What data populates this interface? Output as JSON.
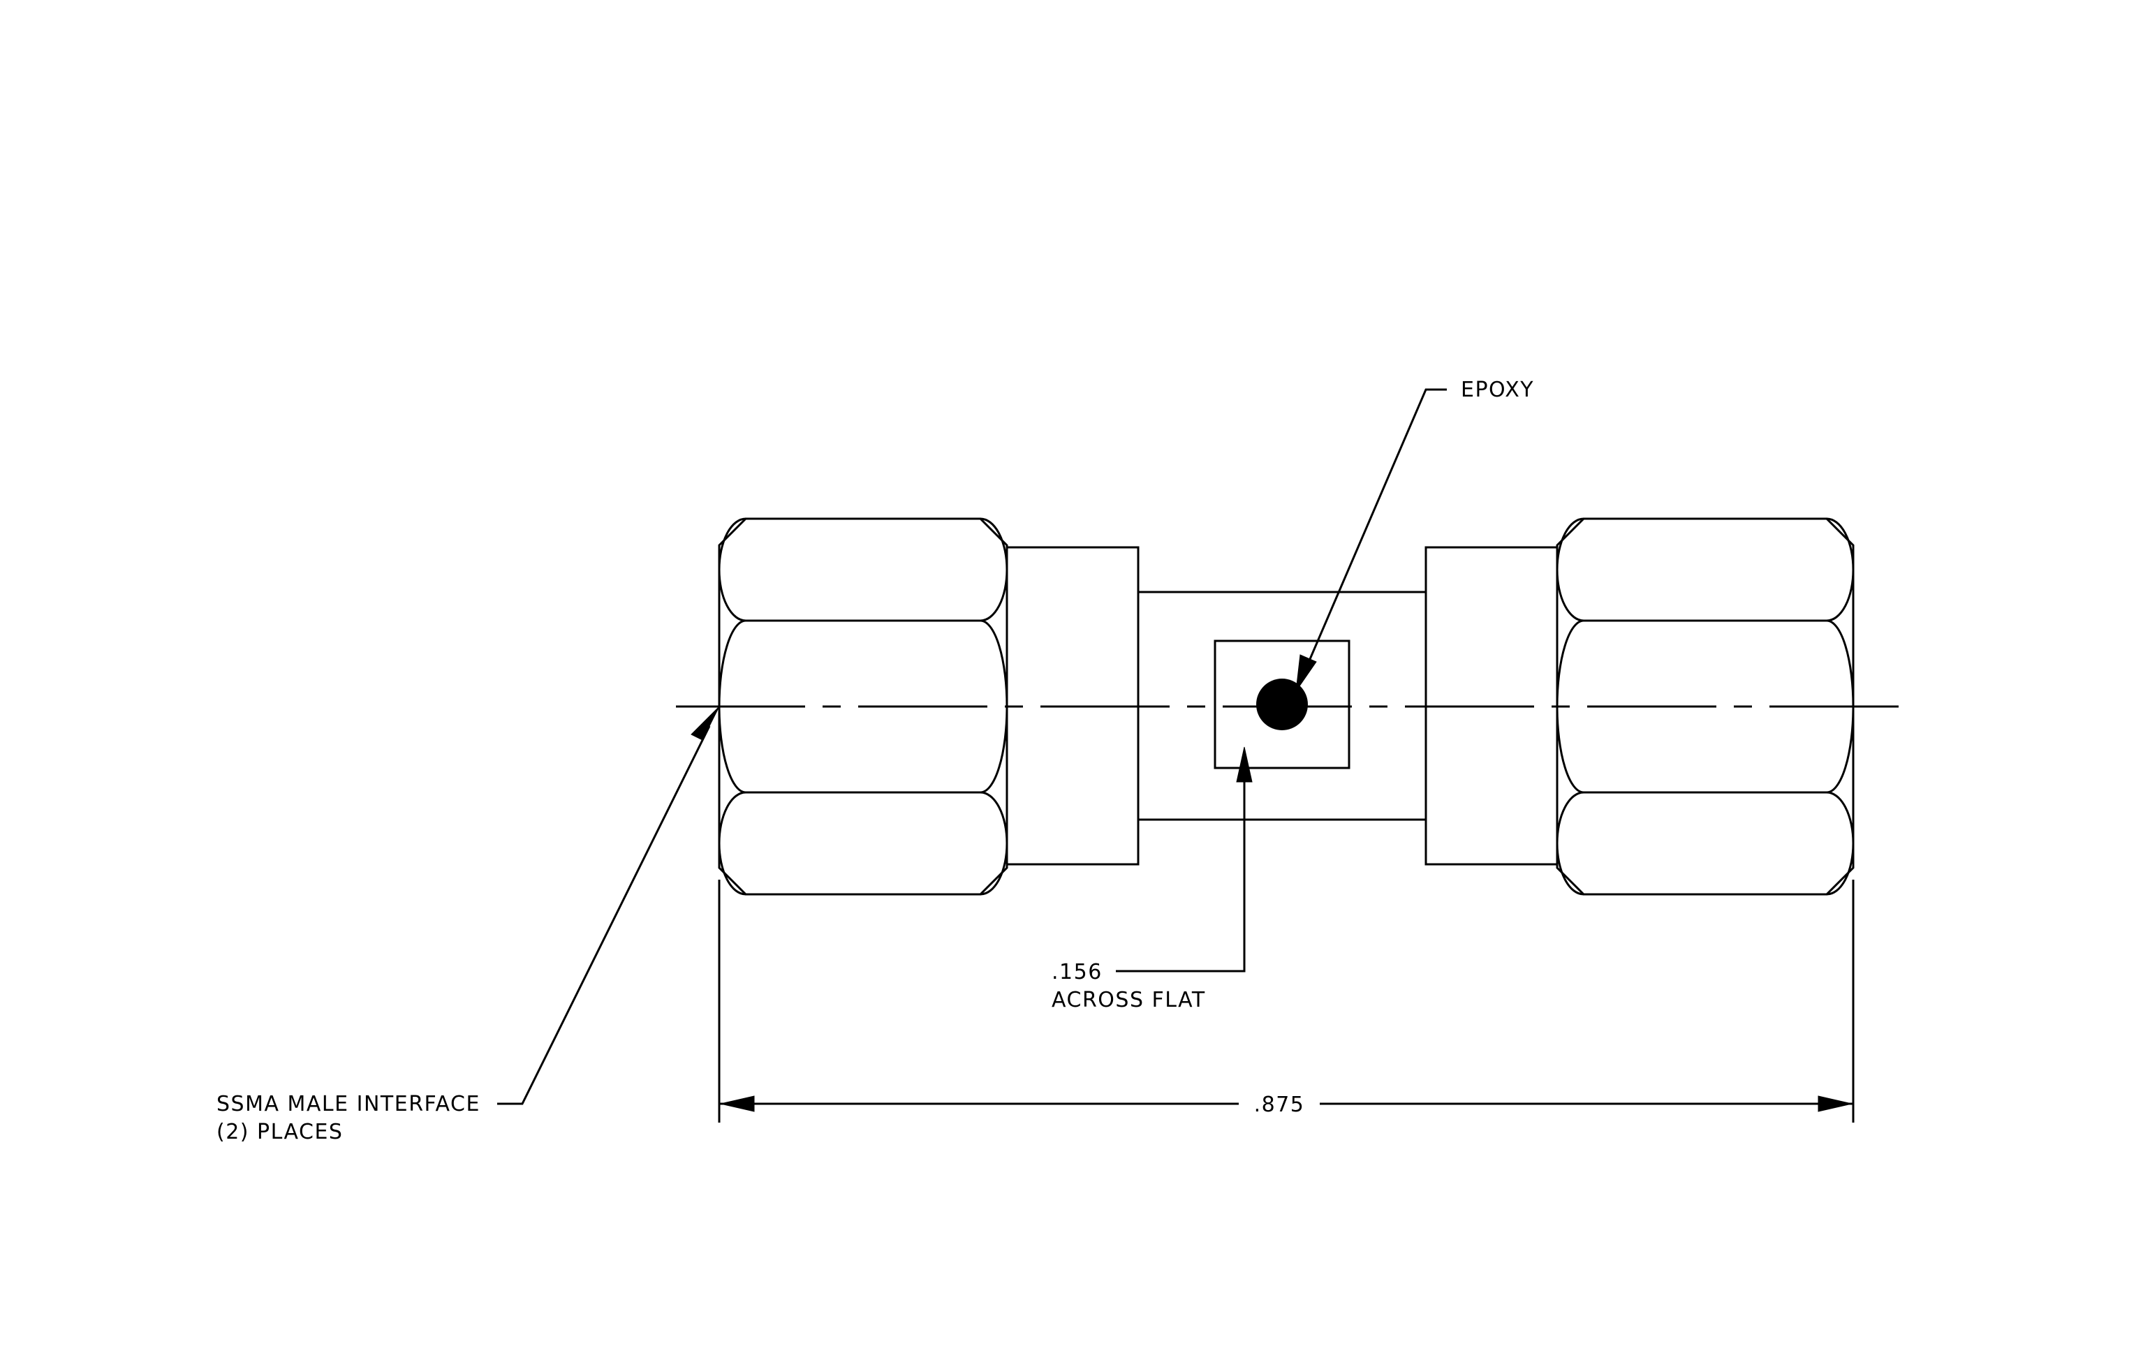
{
  "colors": {
    "background": "#ffffff",
    "ink": "#000000"
  },
  "callouts": {
    "epoxy": "EPOXY",
    "across_flat_value": ".156",
    "across_flat_label": "ACROSS FLAT",
    "interface_line1": "SSMA MALE INTERFACE",
    "interface_line2": "(2)  PLACES"
  },
  "dimensions": {
    "overall_length": ".875"
  }
}
